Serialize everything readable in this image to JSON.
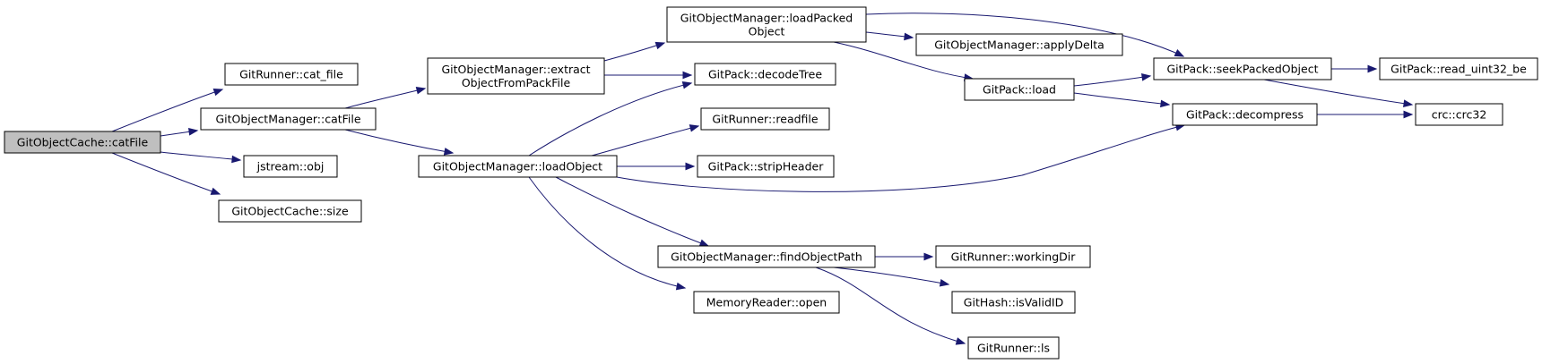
{
  "colors": {
    "edge": "#191970",
    "root_fill": "#bfbfbf",
    "node_fill": "#ffffff",
    "node_border": "#000000"
  },
  "nodes": {
    "root": [
      "GitObjectCache::catFile"
    ],
    "cat_file": [
      "GitRunner::cat_file"
    ],
    "om_catfile": [
      "GitObjectManager::catFile"
    ],
    "jstream_obj": [
      "jstream::obj"
    ],
    "oc_size": [
      "GitObjectCache::size"
    ],
    "extract": [
      "GitObjectManager::extract",
      "ObjectFromPackFile"
    ],
    "loadobject": [
      "GitObjectManager::loadObject"
    ],
    "loadpacked": [
      "GitObjectManager::loadPacked",
      "Object"
    ],
    "decodetree": [
      "GitPack::decodeTree"
    ],
    "readfile": [
      "GitRunner::readfile"
    ],
    "stripheader": [
      "GitPack::stripHeader"
    ],
    "findpath": [
      "GitObjectManager::findObjectPath"
    ],
    "mr_open": [
      "MemoryReader::open"
    ],
    "applydelta": [
      "GitObjectManager::applyDelta"
    ],
    "pack_load": [
      "GitPack::load"
    ],
    "seekpacked": [
      "GitPack::seekPackedObject"
    ],
    "decompress": [
      "GitPack::decompress"
    ],
    "workingdir": [
      "GitRunner::workingDir"
    ],
    "isvalid": [
      "GitHash::isValidID"
    ],
    "ls": [
      "GitRunner::ls"
    ],
    "read_uint32": [
      "GitPack::read_uint32_be"
    ],
    "crc32": [
      "crc::crc32"
    ]
  }
}
